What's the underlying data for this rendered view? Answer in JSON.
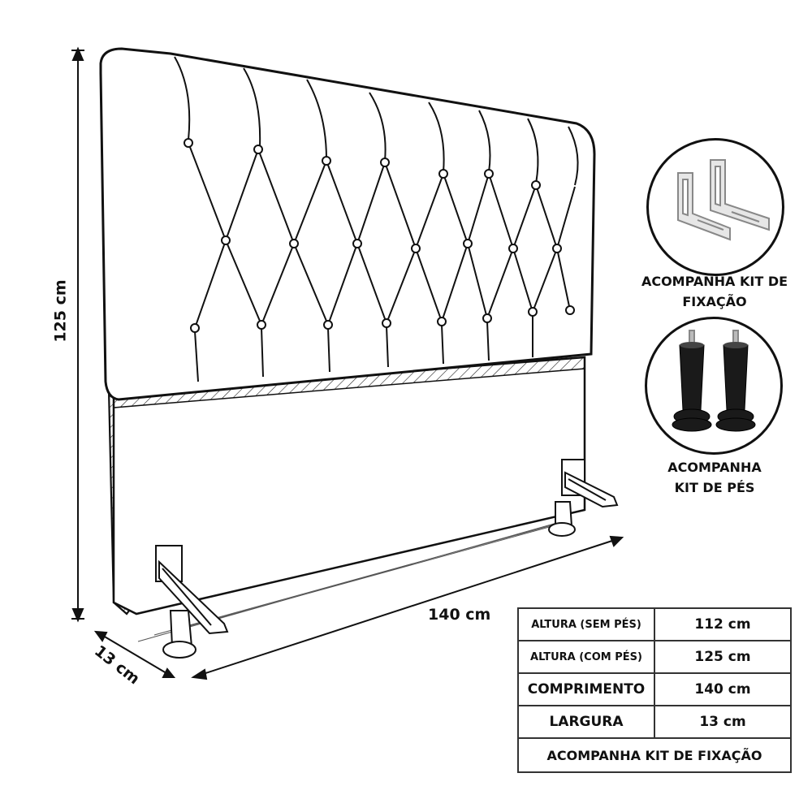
{
  "dimensions": {
    "height_label": "125 cm",
    "length_label": "140 cm",
    "depth_label": "13 cm"
  },
  "kits": [
    {
      "caption_line1": "ACOMPANHA KIT DE",
      "caption_line2": "FIXAÇÃO",
      "icon": "mounting-bracket-icon"
    },
    {
      "caption_line1": "ACOMPANHA",
      "caption_line2": "KIT DE PÉS",
      "icon": "furniture-feet-icon"
    }
  ],
  "spec_table": {
    "rows": [
      {
        "label": "ALTURA (SEM PÉS)",
        "value": "112 cm"
      },
      {
        "label": "ALTURA (COM PÉS)",
        "value": "125 cm"
      },
      {
        "label": "COMPRIMENTO",
        "value": "140 cm"
      },
      {
        "label": "LARGURA",
        "value": "13 cm"
      }
    ],
    "footer": "ACOMPANHA KIT DE FIXAÇÃO"
  },
  "colors": {
    "line": "#111111",
    "background": "#ffffff",
    "border": "#333333"
  }
}
